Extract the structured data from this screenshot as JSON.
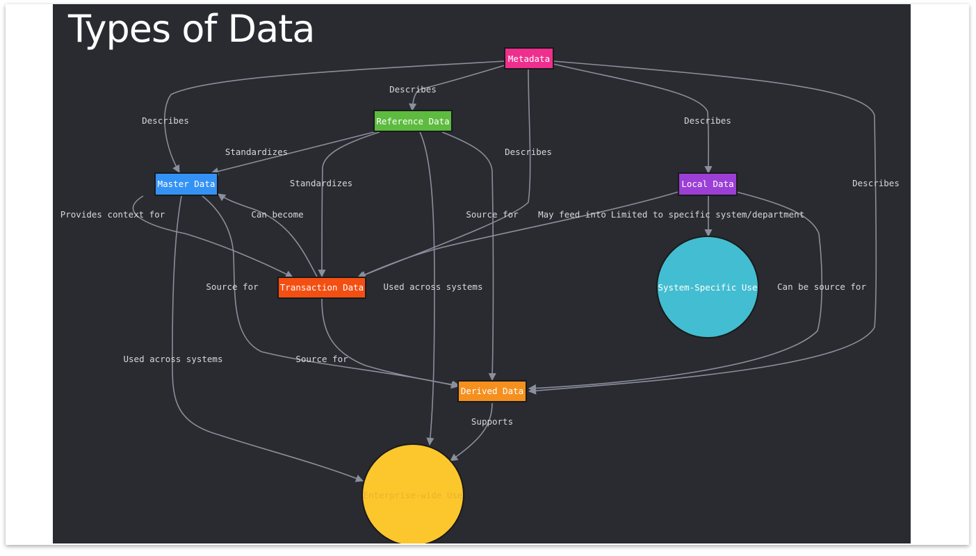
{
  "slide": {
    "title": "Types of Data"
  },
  "nodes": {
    "metadata": {
      "label": "Metadata",
      "color": "#ee2f8d"
    },
    "reference": {
      "label": "Reference Data",
      "color": "#5dbb3f"
    },
    "master": {
      "label": "Master Data",
      "color": "#3592f5"
    },
    "local": {
      "label": "Local Data",
      "color": "#9b3fd6"
    },
    "transaction": {
      "label": "Transaction Data",
      "color": "#f44f12"
    },
    "derived": {
      "label": "Derived Data",
      "color": "#f5901f"
    },
    "system_use": {
      "label": "System-Specific Use",
      "color": "#43bdd1"
    },
    "enterprise_use": {
      "label": "Enterprise-wide Use",
      "color": "#fcc72d"
    }
  },
  "edge_labels": {
    "meta_reference": "Describes",
    "meta_master": "Describes",
    "meta_local": "Describes",
    "meta_transaction": "Describes",
    "meta_derived": "Describes",
    "ref_master": "Standardizes",
    "ref_transaction": "Standardizes",
    "ref_derived": "Source for",
    "ref_enterprise": "Used across systems",
    "master_transaction": "Provides context for",
    "transaction_master": "Can become",
    "master_derived": "Source for",
    "master_enterprise": "Used across systems",
    "transaction_derived": "Source for",
    "local_transaction": "May feed into",
    "local_system": "Limited to specific system/department",
    "local_derived": "Can be source for",
    "derived_enterprise": "Supports"
  }
}
